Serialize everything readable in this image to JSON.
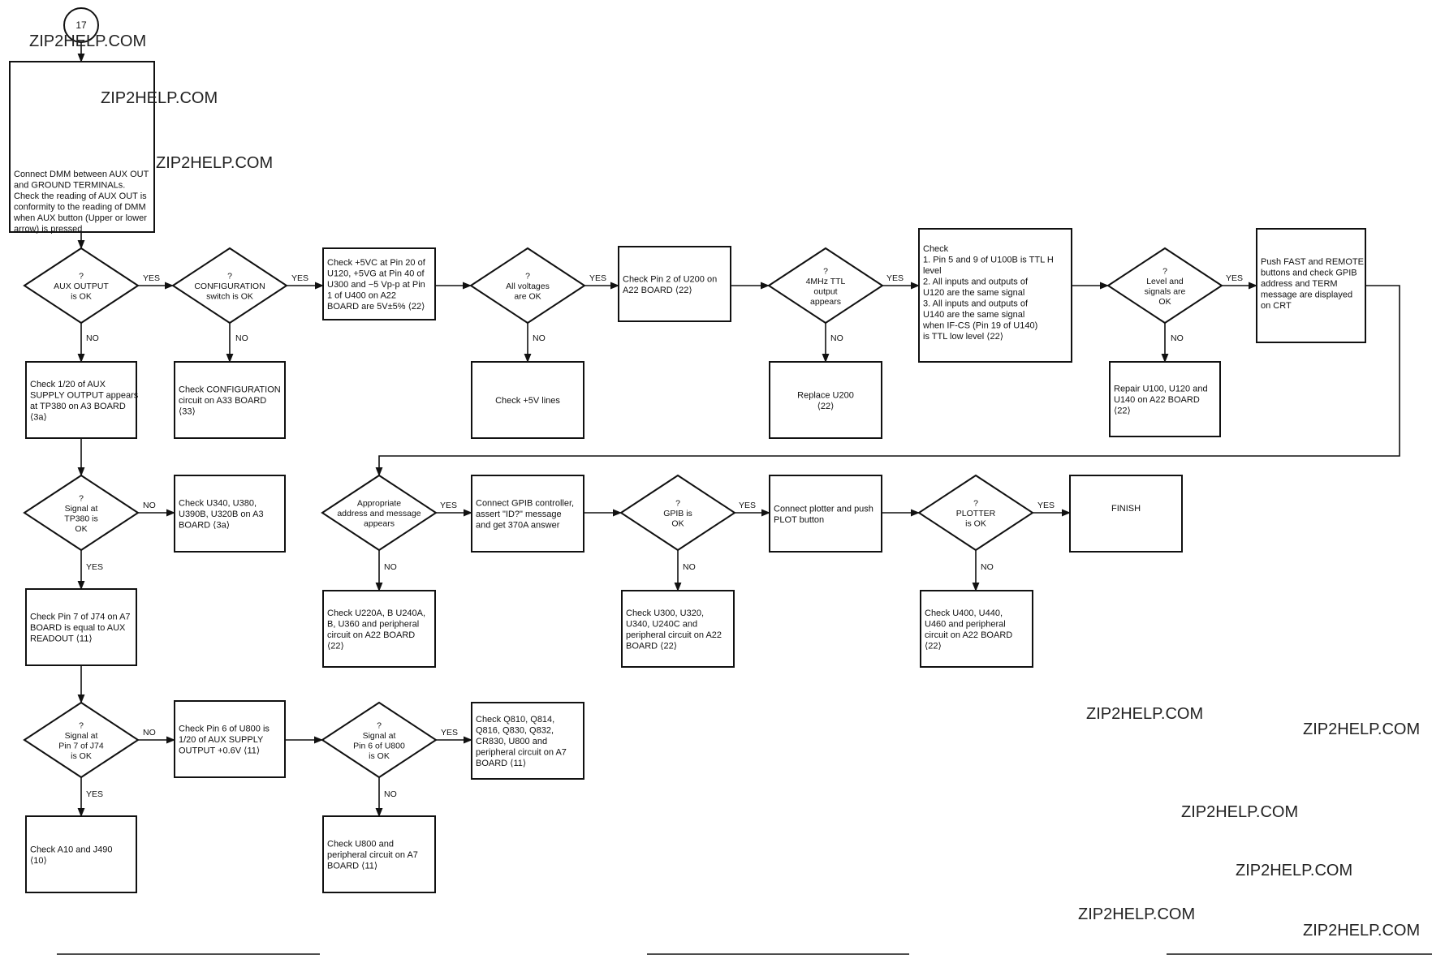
{
  "connector": "17",
  "watermarks": [
    "ZIP2HELP.COM",
    "ZIP2HELP.COM",
    "ZIP2HELP.COM",
    "ZIP2HELP.COM",
    "ZIP2HELP.COM",
    "ZIP2HELP.COM",
    "ZIP2HELP.COM",
    "ZIP2HELP.COM",
    "ZIP2HELP.COM"
  ],
  "flow_labels": {
    "yes": "YES",
    "no": "NO"
  },
  "nodes": {
    "start": [
      "Connect DMM between AUX OUT",
      "and GROUND TERMINALs.",
      "Check the reading of AUX OUT is",
      "conformity to the reading of DMM",
      "when AUX button (Upper or lower",
      "arrow) is pressed"
    ],
    "d_aux": [
      "?",
      "AUX OUTPUT",
      "is OK"
    ],
    "d_config": [
      "?",
      "CONFIGURATION",
      "switch is OK"
    ],
    "b_check5v": [
      "Check +5VC at Pin 20 of",
      "U120, +5VG at Pin 40 of",
      "U300 and −5 Vp-p at Pin",
      "1 of U400 on A22",
      "BOARD are 5V±5% ⟨22⟩"
    ],
    "d_volt": [
      "?",
      "All voltages",
      "are OK"
    ],
    "b_pin2": [
      "Check Pin 2 of U200 on",
      "A22 BOARD ⟨22⟩"
    ],
    "d_4mhz": [
      "?",
      "4MHz TTL",
      "output",
      "appears"
    ],
    "b_checklist": [
      "Check",
      "1.    Pin 5 and 9 of U100B is TTL H",
      "       level",
      "2.    All inputs and outputs of",
      "       U120 are the same signal",
      "3.    All inputs and outputs of",
      "       U140 are the same signal",
      "       when IF-CS (Pin 19 of U140)",
      "       is TTL low level ⟨22⟩"
    ],
    "d_level": [
      "?",
      "Level and",
      "signals are",
      "OK"
    ],
    "b_push": [
      "Push FAST and REMOTE",
      "buttons and check GPIB",
      "address and TERM",
      "message are displayed",
      "on CRT"
    ],
    "b_1_20": [
      "Check 1/20 of AUX",
      "SUPPLY OUTPUT appears",
      "at TP380 on A3 BOARD",
      "⟨3a⟩"
    ],
    "b_config_circ": [
      "Check CONFIGURATION",
      "circuit on A33 BOARD",
      "⟨33⟩"
    ],
    "b_5v_lines": [
      "Check +5V lines"
    ],
    "b_replace": [
      "Replace U200",
      "⟨22⟩"
    ],
    "b_repair": [
      "Repair U100, U120 and",
      "U140 on A22 BOARD",
      "⟨22⟩"
    ],
    "d_tp380": [
      "?",
      "Signal at",
      "TP380 is",
      "OK"
    ],
    "b_u340": [
      "Check U340, U380,",
      "U390B, U320B on A3",
      "BOARD ⟨3a⟩"
    ],
    "d_addr": [
      "Appropriate",
      "address and message",
      "appears"
    ],
    "b_gpib_ctrl": [
      "Connect GPIB controller,",
      "assert \"ID?\" message",
      "and get 370A answer"
    ],
    "d_gpib": [
      "?",
      "GPIB is",
      "OK"
    ],
    "b_plotter": [
      "Connect plotter and push",
      "PLOT button"
    ],
    "d_plotter": [
      "?",
      "PLOTTER",
      "is OK"
    ],
    "b_finish": [
      "FINISH"
    ],
    "b_pin7": [
      "Check Pin 7 of J74 on A7",
      "BOARD is equal to AUX",
      "READOUT ⟨11⟩"
    ],
    "b_u220": [
      "Check U220A, B U240A,",
      "B, U360 and peripheral",
      "circuit on A22 BOARD",
      "⟨22⟩"
    ],
    "b_u300": [
      "Check U300, U320,",
      "U340, U240C and",
      "peripheral circuit on A22",
      "BOARD ⟨22⟩"
    ],
    "b_u400": [
      "Check U400, U440,",
      "U460 and peripheral",
      "circuit on A22 BOARD",
      "⟨22⟩"
    ],
    "d_pin7": [
      "?",
      "Signal at",
      "Pin 7 of J74",
      "is OK"
    ],
    "b_pin6": [
      "Check Pin 6 of U800 is",
      "1/20 of AUX SUPPLY",
      "OUTPUT +0.6V ⟨11⟩"
    ],
    "d_pin6": [
      "?",
      "Signal at",
      "Pin 6 of U800",
      "is OK"
    ],
    "b_q810": [
      "Check Q810, Q814,",
      "Q816, Q830, Q832,",
      "CR830, U800 and",
      "peripheral circuit on A7",
      "BOARD ⟨11⟩"
    ],
    "b_a10": [
      "Check A10 and J490",
      "⟨10⟩"
    ],
    "b_u800": [
      "Check U800 and",
      "peripheral circuit on A7",
      "BOARD ⟨11⟩"
    ]
  }
}
